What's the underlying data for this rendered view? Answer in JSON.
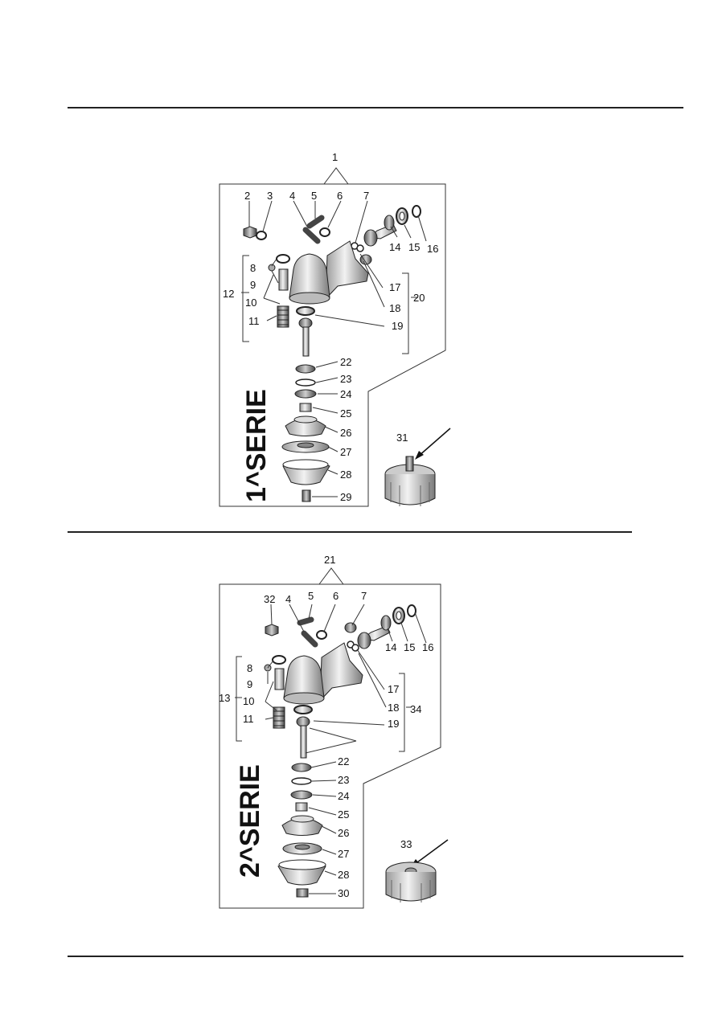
{
  "top_group": {
    "assembly_number": "1",
    "serie_title": "1^SERIE",
    "labels": [
      "2",
      "3",
      "4",
      "5",
      "6",
      "7",
      "8",
      "9",
      "10",
      "11",
      "12",
      "14",
      "15",
      "16",
      "17",
      "18",
      "19",
      "20",
      "22",
      "23",
      "24",
      "25",
      "26",
      "27",
      "28",
      "29",
      "31"
    ]
  },
  "bottom_group": {
    "assembly_number": "21",
    "serie_title": "2^SERIE",
    "labels": [
      "32",
      "4",
      "5",
      "6",
      "7",
      "8",
      "9",
      "10",
      "11",
      "13",
      "14",
      "15",
      "16",
      "17",
      "18",
      "34",
      "19",
      "22",
      "23",
      "24",
      "25",
      "26",
      "27",
      "28",
      "30",
      "33"
    ]
  }
}
